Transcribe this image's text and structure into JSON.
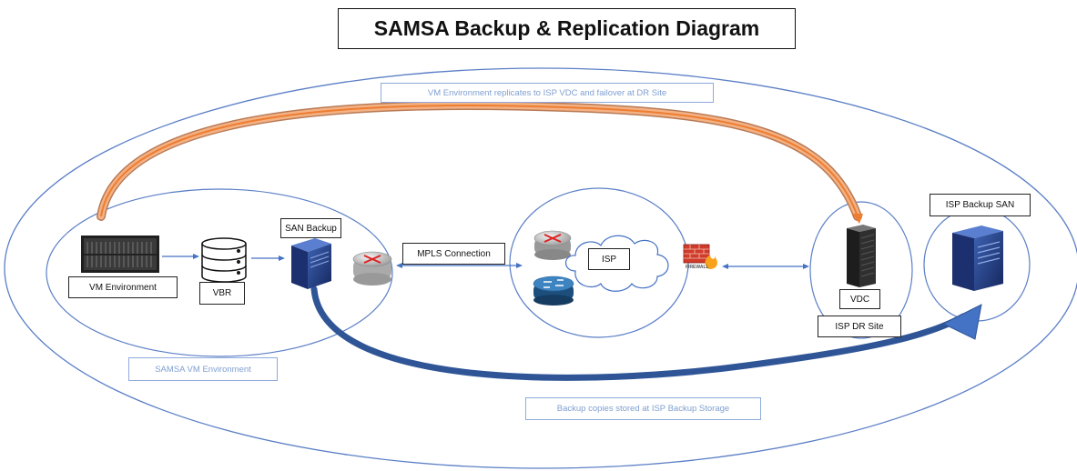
{
  "title": "SAMSA Backup & Replication Diagram",
  "nodes": {
    "vm_environment": "VM Environment",
    "vbr": "VBR",
    "san_backup": "SAN Backup",
    "mpls_connection": "MPLS Connection",
    "isp": "ISP",
    "firewall": "FIREWALL",
    "vdc": "VDC",
    "isp_dr_site": "ISP DR Site",
    "isp_backup_san": "ISP Backup SAN"
  },
  "zones": {
    "samsa_vm_environment": "SAMSA VM Environment"
  },
  "annotations": {
    "replication": "VM Environment replicates to ISP VDC and failover at DR Site",
    "backup_copies": "Backup copies stored at ISP Backup Storage"
  },
  "colors": {
    "replication_arrow": "#ed7d31",
    "backup_arrow": "#2f5597",
    "circle_outline": "#5b7fc6",
    "note_text": "#7f9fd1"
  }
}
